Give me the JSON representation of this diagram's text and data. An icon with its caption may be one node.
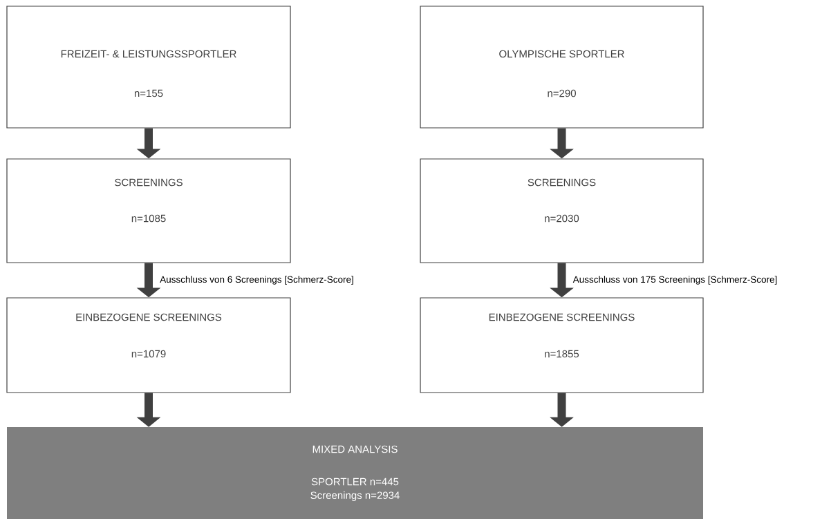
{
  "diagram": {
    "nodes": [
      {
        "text": [
          "FREIZEIT- & LEISTUNGSSPORTLER",
          "n=155"
        ]
      },
      {
        "text": [
          "OLYMPISCHE SPORTLER",
          "n=290"
        ]
      },
      {
        "text": [
          "SCREENINGS",
          "n=1085"
        ]
      },
      {
        "text": [
          "SCREENINGS",
          "n=2030"
        ]
      },
      {
        "text": [
          "EINBEZOGENE SCREENINGS",
          "n=1079"
        ]
      },
      {
        "text": [
          "EINBEZOGENE SCREENINGS",
          "n=1855"
        ]
      },
      {
        "text": [
          "MIXED ANALYSIS",
          "SPORTLER n=445",
          "Screenings n=2934"
        ]
      }
    ],
    "edges": [
      {
        "from": 0,
        "to": 2,
        "arrow": "to"
      },
      {
        "from": 1,
        "to": 3,
        "arrow": "to"
      },
      {
        "from": 2,
        "to": 4,
        "arrow": "to",
        "label": "Ausschluss von 6 Screenings [Schmerz-Score]"
      },
      {
        "from": 3,
        "to": 5,
        "arrow": "to",
        "label": "Ausschluss von 175 Screenings [Schmerz-Score]"
      },
      {
        "from": 4,
        "to": 6,
        "arrow": "to"
      },
      {
        "from": 5,
        "to": 6,
        "arrow": "to"
      }
    ]
  }
}
